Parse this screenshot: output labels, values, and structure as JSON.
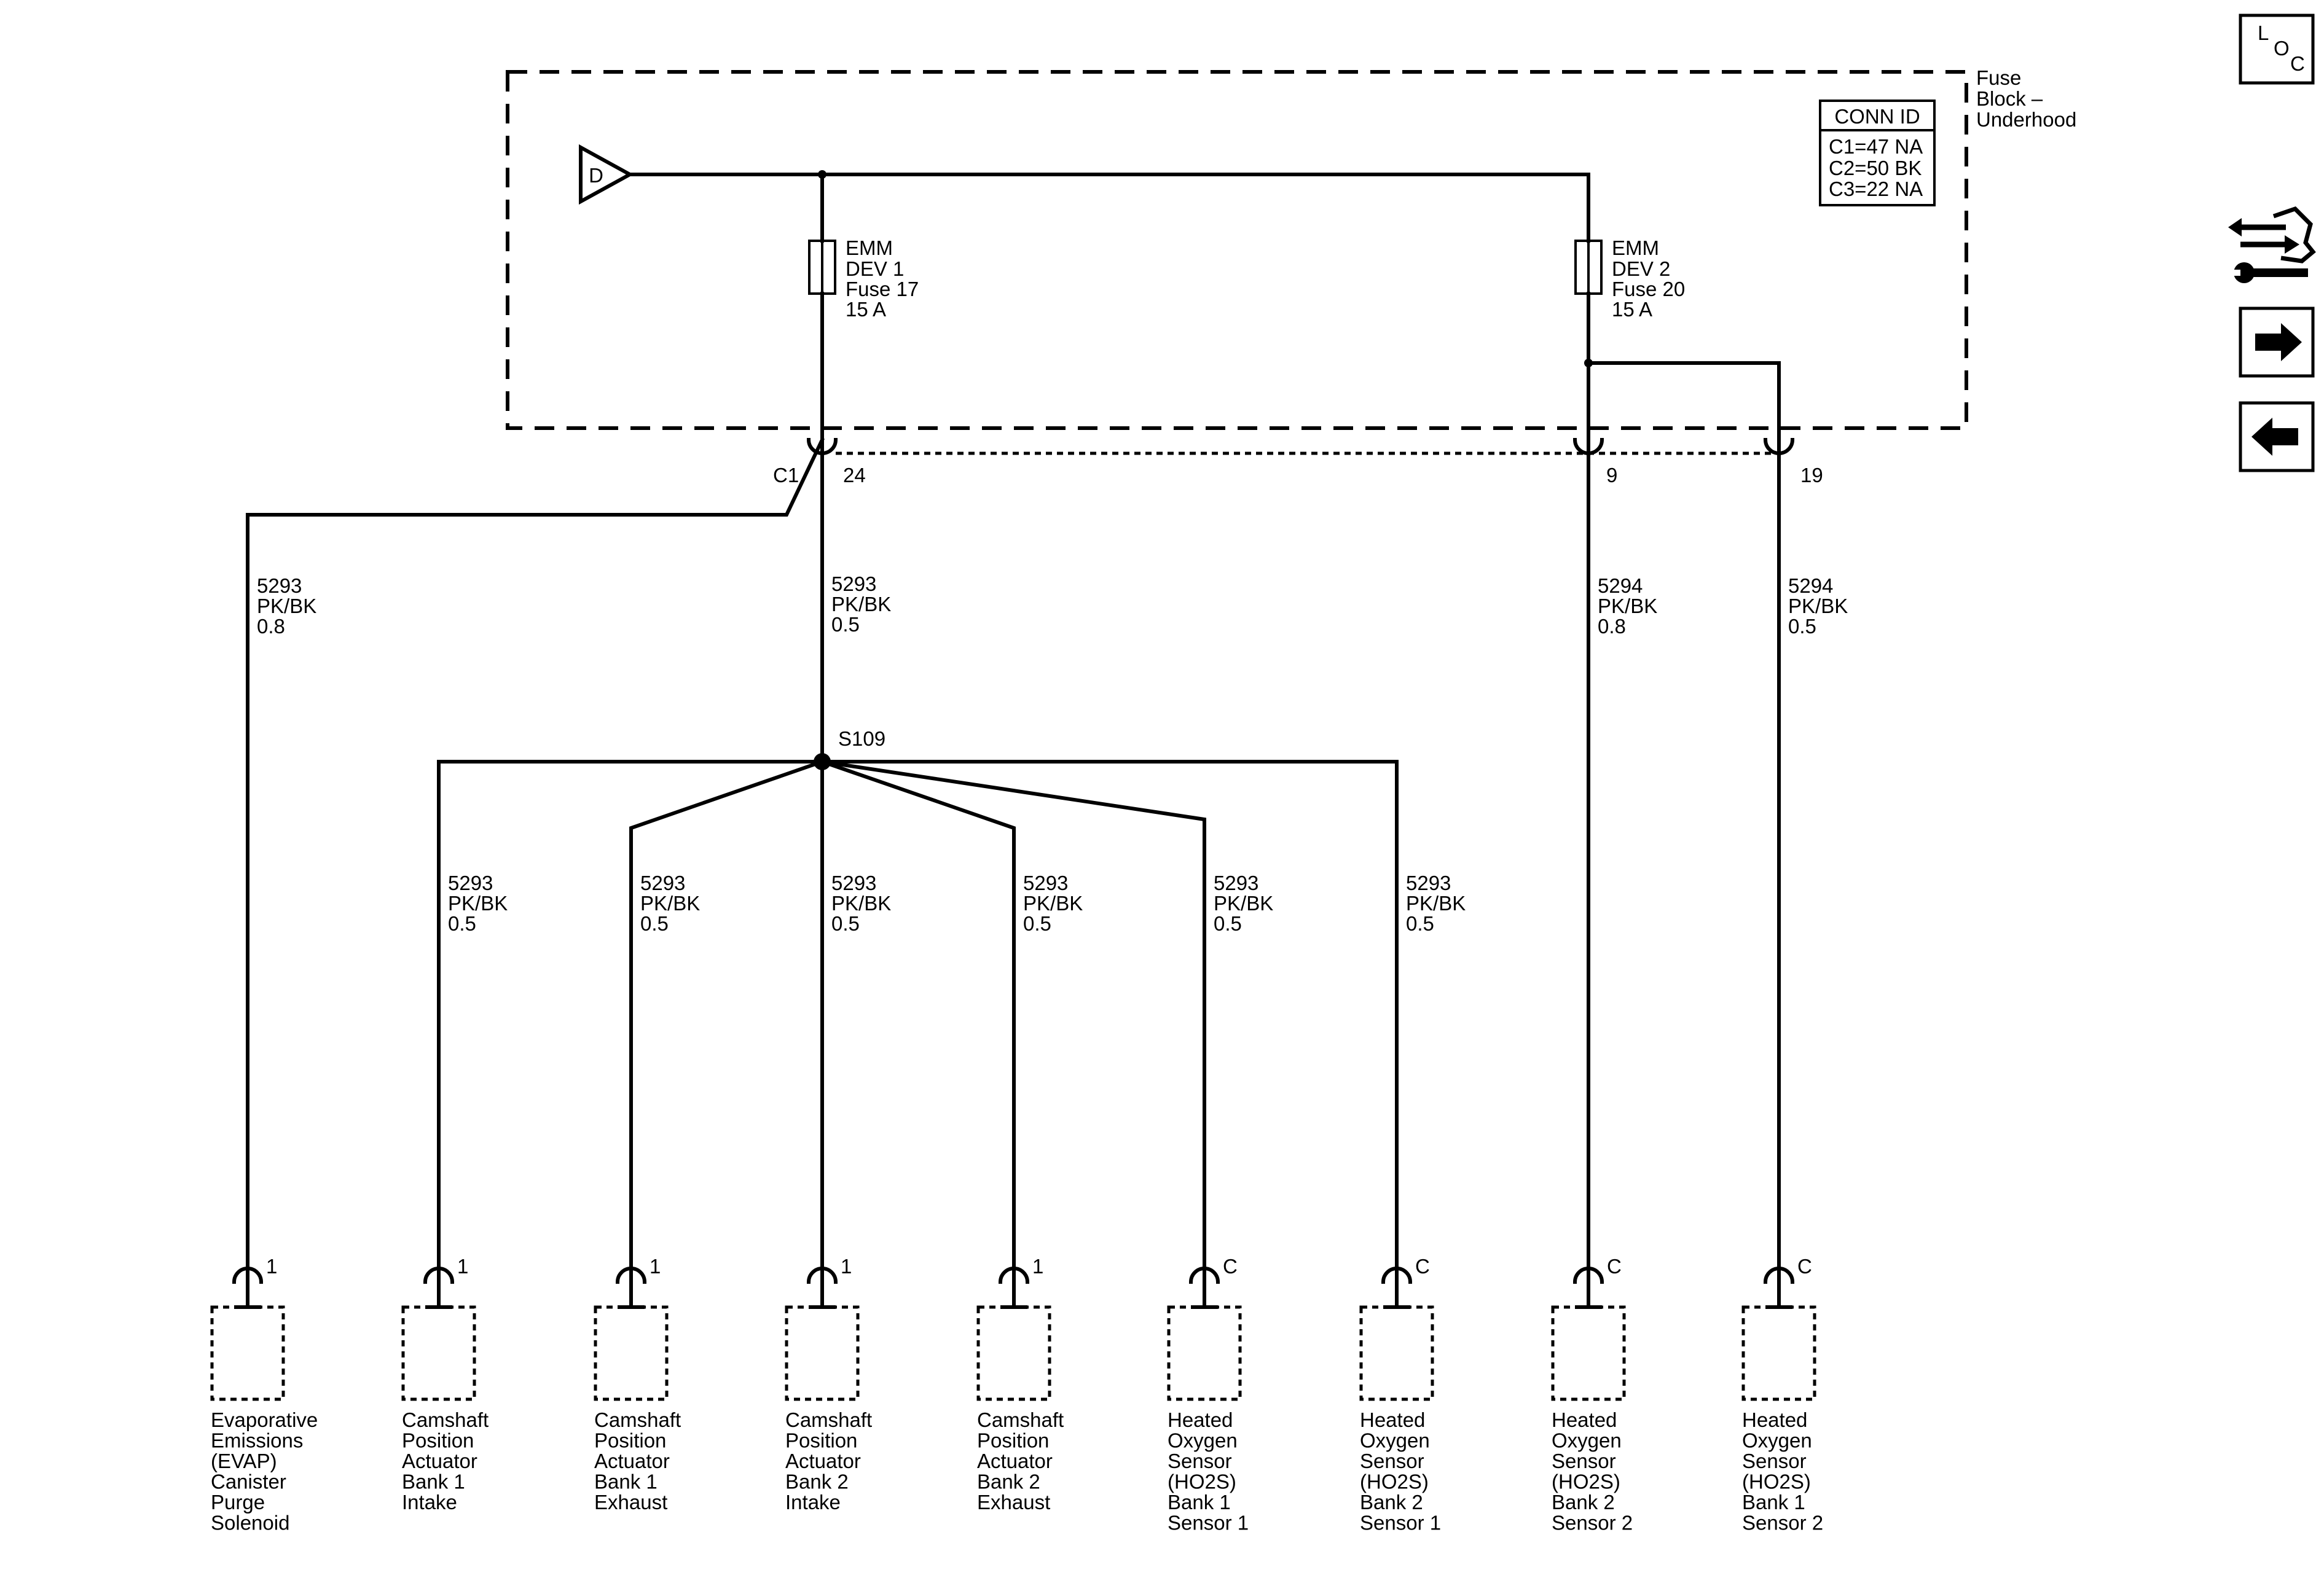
{
  "fuse_block": {
    "name_lines": [
      "Fuse",
      "Block –",
      "Underhood"
    ],
    "conn_id": {
      "header": "CONN ID",
      "rows": [
        "C1=47 NA",
        "C2=50 BK",
        "C3=22 NA"
      ]
    },
    "power_source": "D",
    "fuses": [
      {
        "lines": [
          "EMM",
          "DEV 1",
          "Fuse 17",
          "15 A"
        ]
      },
      {
        "lines": [
          "EMM",
          "DEV 2",
          "Fuse 20",
          "15 A"
        ]
      }
    ],
    "connector": "C1",
    "pins": [
      "24",
      "9",
      "19"
    ]
  },
  "splice": "S109",
  "wires": {
    "evap": [
      "5293",
      "PK/BK",
      "0.8"
    ],
    "trunk": [
      "5293",
      "PK/BK",
      "0.5"
    ],
    "b1": [
      "5293",
      "PK/BK",
      "0.5"
    ],
    "b2": [
      "5293",
      "PK/BK",
      "0.5"
    ],
    "b3": [
      "5293",
      "PK/BK",
      "0.5"
    ],
    "b4": [
      "5293",
      "PK/BK",
      "0.5"
    ],
    "b5": [
      "5293",
      "PK/BK",
      "0.5"
    ],
    "b6": [
      "5293",
      "PK/BK",
      "0.5"
    ],
    "r1": [
      "5294",
      "PK/BK",
      "0.8"
    ],
    "r2": [
      "5294",
      "PK/BK",
      "0.5"
    ]
  },
  "components": [
    {
      "pin": "1",
      "lines": [
        "Evaporative",
        "Emissions",
        "(EVAP)",
        "Canister",
        "Purge",
        "Solenoid"
      ]
    },
    {
      "pin": "1",
      "lines": [
        "Camshaft",
        "Position",
        "Actuator",
        "Bank 1",
        "Intake"
      ]
    },
    {
      "pin": "1",
      "lines": [
        "Camshaft",
        "Position",
        "Actuator",
        "Bank 1",
        "Exhaust"
      ]
    },
    {
      "pin": "1",
      "lines": [
        "Camshaft",
        "Position",
        "Actuator",
        "Bank 2",
        "Intake"
      ]
    },
    {
      "pin": "1",
      "lines": [
        "Camshaft",
        "Position",
        "Actuator",
        "Bank 2",
        "Exhaust"
      ]
    },
    {
      "pin": "C",
      "lines": [
        "Heated",
        "Oxygen",
        "Sensor",
        "(HO2S)",
        "Bank 1",
        "Sensor 1"
      ]
    },
    {
      "pin": "C",
      "lines": [
        "Heated",
        "Oxygen",
        "Sensor",
        "(HO2S)",
        "Bank 2",
        "Sensor 1"
      ]
    },
    {
      "pin": "C",
      "lines": [
        "Heated",
        "Oxygen",
        "Sensor",
        "(HO2S)",
        "Bank 2",
        "Sensor 2"
      ]
    },
    {
      "pin": "C",
      "lines": [
        "Heated",
        "Oxygen",
        "Sensor",
        "(HO2S)",
        "Bank 1",
        "Sensor 2"
      ]
    }
  ],
  "nav": {
    "loc_letters": [
      "L",
      "O",
      "C"
    ]
  }
}
